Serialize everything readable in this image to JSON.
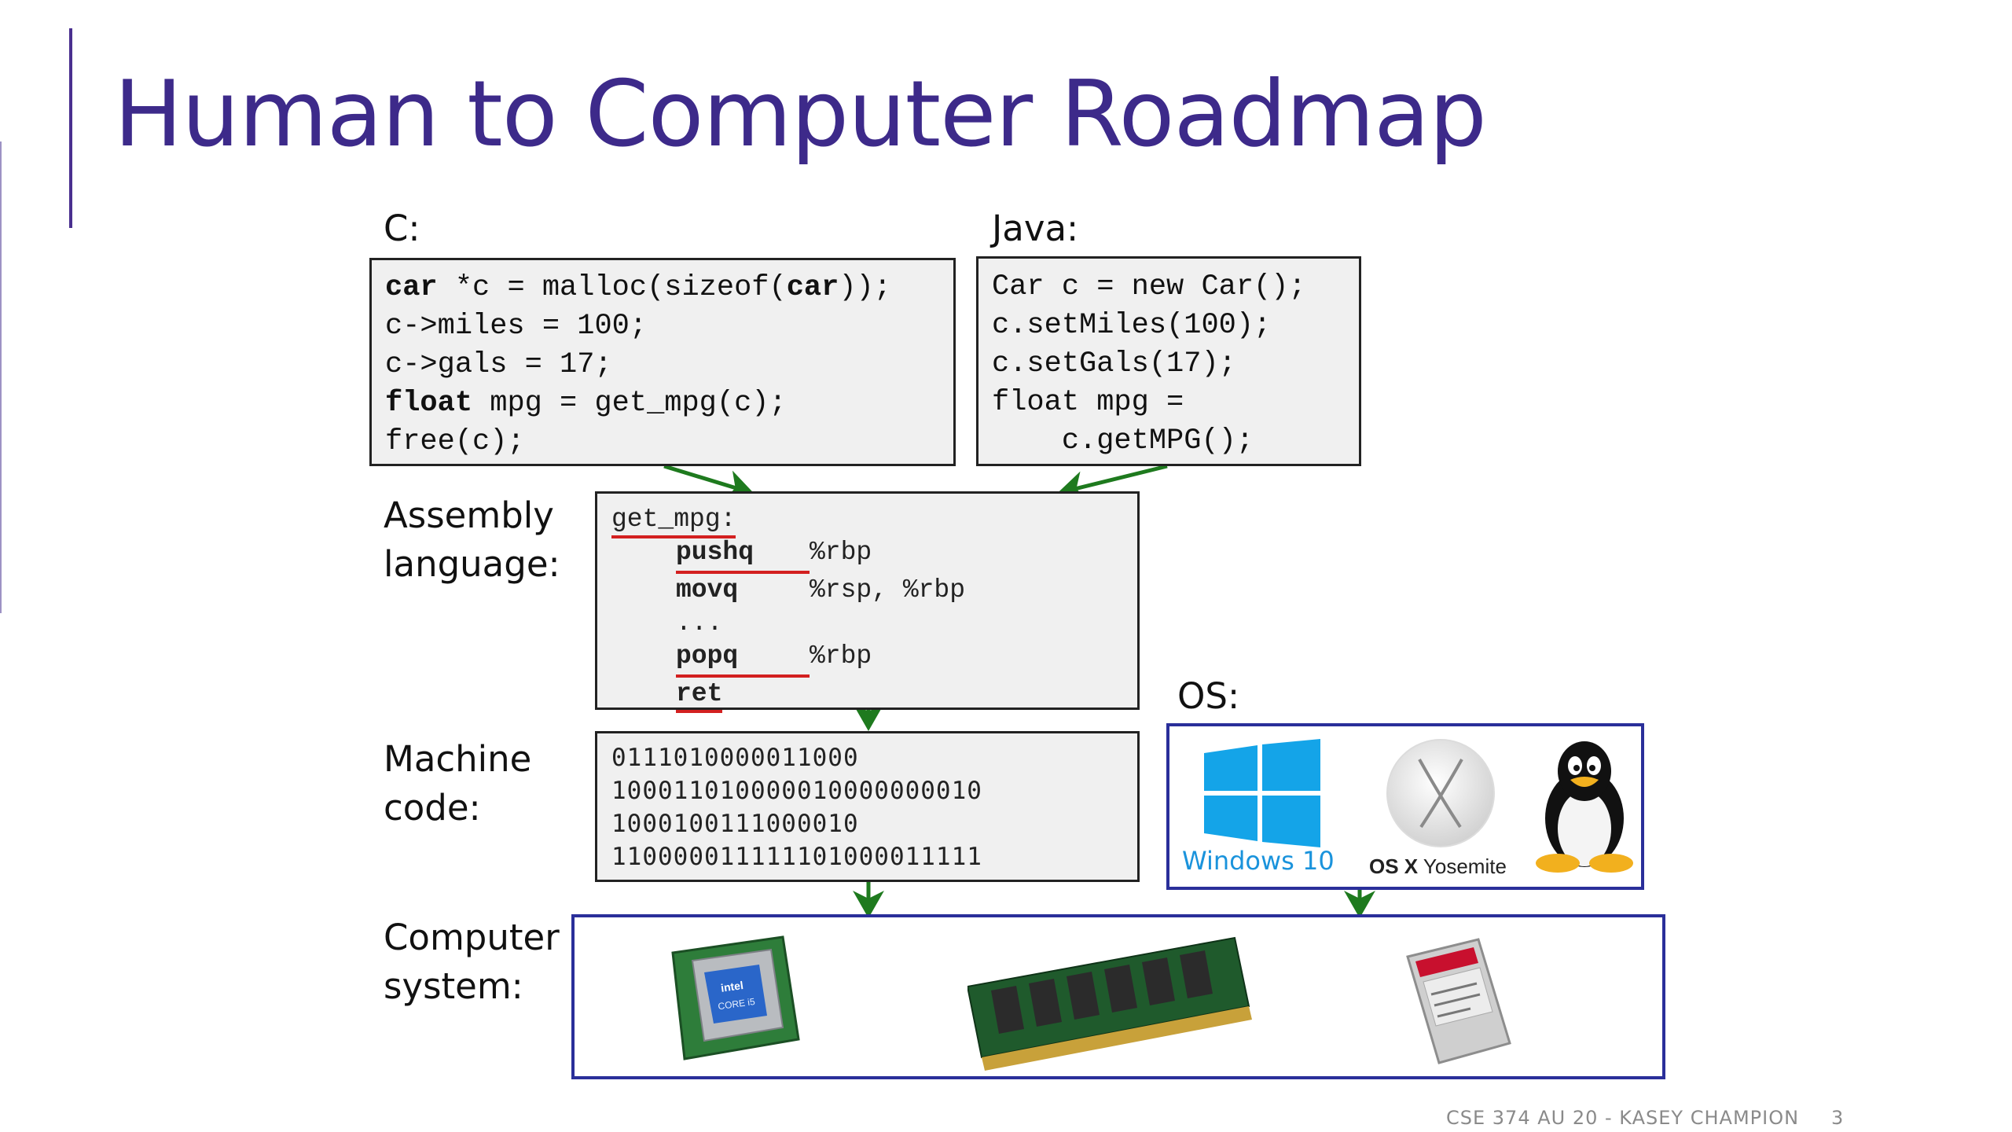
{
  "slide": {
    "title": "Human to Computer Roadmap",
    "footer": "CSE 374 AU 20 - KASEY CHAMPION",
    "page_number": "3",
    "accent_color": "#3d2a8a"
  },
  "c_section": {
    "label": "C:",
    "lines": [
      {
        "pre": "",
        "kw": "car",
        "post": " *c = malloc(sizeof(",
        "kw2": "car",
        "post2": "));"
      },
      {
        "pre": "c->miles = 100;"
      },
      {
        "pre": "c->gals = 17;"
      },
      {
        "pre": "",
        "kw": "float",
        "post": " mpg = get_mpg(c);"
      },
      {
        "pre": "free(c);"
      }
    ]
  },
  "java_section": {
    "label": "Java:",
    "lines": [
      "Car c = new Car();",
      "c.setMiles(100);",
      "c.setGals(17);",
      "float mpg =",
      "    c.getMPG();"
    ]
  },
  "assembly_section": {
    "label_line1": "Assembly",
    "label_line2": "language:",
    "header": "get_mpg:",
    "rows": [
      {
        "op": "pushq",
        "args": "%rbp"
      },
      {
        "op": "movq",
        "args": "%rsp, %rbp"
      },
      {
        "op": "...",
        "args": ""
      },
      {
        "op": "popq",
        "args": "%rbp"
      },
      {
        "op": "ret",
        "args": ""
      }
    ]
  },
  "machine_section": {
    "label_line1": "Machine",
    "label_line2": "code:",
    "lines": [
      "0111010000011000",
      "100011010000010000000010",
      "1000100111000010",
      "110000011111101000011111"
    ]
  },
  "os_section": {
    "label": "OS:",
    "windows_label": "Windows 10",
    "osx_label_bold": "OS X",
    "osx_label": "Yosemite"
  },
  "computer_section": {
    "label_line1": "Computer",
    "label_line2": "system:",
    "cpu_text": "intel\nCORE i5"
  }
}
